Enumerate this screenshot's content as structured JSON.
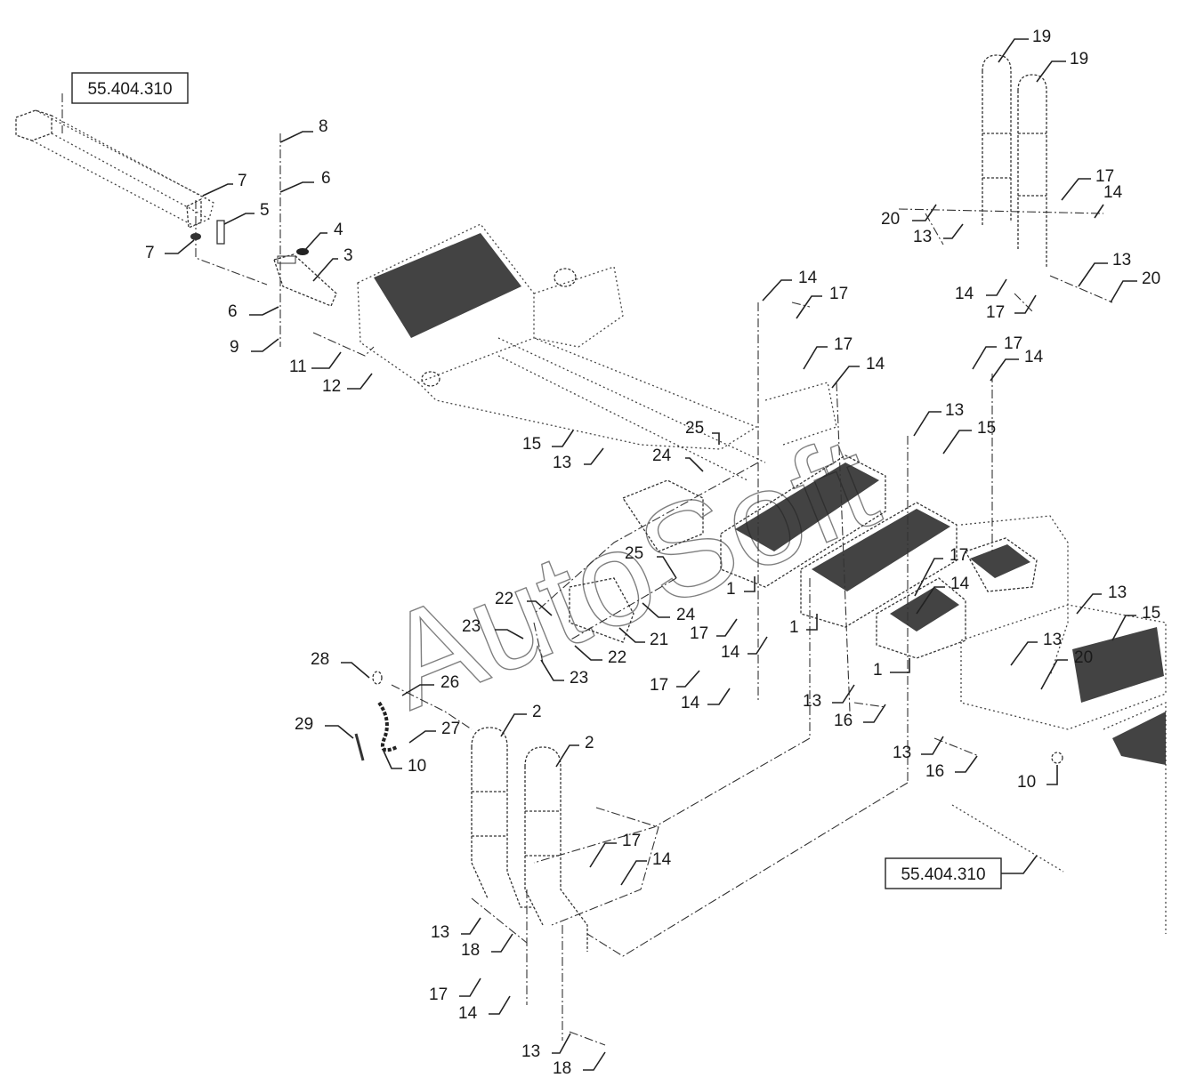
{
  "watermark": "AutoSoft",
  "reference_boxes": [
    {
      "id": "ref-top-left",
      "text": "55.404.310"
    },
    {
      "id": "ref-bottom-right",
      "text": "55.404.310"
    }
  ],
  "callouts": [
    {
      "id": "c8",
      "text": "8"
    },
    {
      "id": "c7a",
      "text": "7"
    },
    {
      "id": "c6a",
      "text": "6"
    },
    {
      "id": "c5",
      "text": "5"
    },
    {
      "id": "c4",
      "text": "4"
    },
    {
      "id": "c3",
      "text": "3"
    },
    {
      "id": "c7b",
      "text": "7"
    },
    {
      "id": "c6b",
      "text": "6"
    },
    {
      "id": "c9",
      "text": "9"
    },
    {
      "id": "c11",
      "text": "11"
    },
    {
      "id": "c12",
      "text": "12"
    },
    {
      "id": "c19a",
      "text": "19"
    },
    {
      "id": "c19b",
      "text": "19"
    },
    {
      "id": "c17a",
      "text": "17"
    },
    {
      "id": "c14a",
      "text": "14"
    },
    {
      "id": "c20a",
      "text": "20"
    },
    {
      "id": "c13a",
      "text": "13"
    },
    {
      "id": "c13b",
      "text": "13"
    },
    {
      "id": "c20b",
      "text": "20"
    },
    {
      "id": "c14b",
      "text": "14"
    },
    {
      "id": "c17b",
      "text": "17"
    },
    {
      "id": "c14c",
      "text": "14"
    },
    {
      "id": "c17c",
      "text": "17"
    },
    {
      "id": "c17d",
      "text": "17"
    },
    {
      "id": "c14d",
      "text": "14"
    },
    {
      "id": "c17e",
      "text": "17"
    },
    {
      "id": "c14e",
      "text": "14"
    },
    {
      "id": "c25a",
      "text": "25"
    },
    {
      "id": "c15a",
      "text": "15"
    },
    {
      "id": "c13c",
      "text": "13"
    },
    {
      "id": "c24a",
      "text": "24"
    },
    {
      "id": "c13d",
      "text": "13"
    },
    {
      "id": "c15b",
      "text": "15"
    },
    {
      "id": "c25b",
      "text": "25"
    },
    {
      "id": "c22a",
      "text": "22"
    },
    {
      "id": "c23a",
      "text": "23"
    },
    {
      "id": "c24b",
      "text": "24"
    },
    {
      "id": "c21",
      "text": "21"
    },
    {
      "id": "c22b",
      "text": "22"
    },
    {
      "id": "c23b",
      "text": "23"
    },
    {
      "id": "c1a",
      "text": "1"
    },
    {
      "id": "c1b",
      "text": "1"
    },
    {
      "id": "c1c",
      "text": "1"
    },
    {
      "id": "c17f",
      "text": "17"
    },
    {
      "id": "c14f",
      "text": "14"
    },
    {
      "id": "c17g",
      "text": "17"
    },
    {
      "id": "c14g",
      "text": "14"
    },
    {
      "id": "c17h",
      "text": "17"
    },
    {
      "id": "c14h",
      "text": "14"
    },
    {
      "id": "c13e",
      "text": "13"
    },
    {
      "id": "c15c",
      "text": "15"
    },
    {
      "id": "c13f",
      "text": "13"
    },
    {
      "id": "c20c",
      "text": "20"
    },
    {
      "id": "c13g",
      "text": "13"
    },
    {
      "id": "c16a",
      "text": "16"
    },
    {
      "id": "c13h",
      "text": "13"
    },
    {
      "id": "c16b",
      "text": "16"
    },
    {
      "id": "c10a",
      "text": "10"
    },
    {
      "id": "c28",
      "text": "28"
    },
    {
      "id": "c26",
      "text": "26"
    },
    {
      "id": "c29",
      "text": "29"
    },
    {
      "id": "c27",
      "text": "27"
    },
    {
      "id": "c10b",
      "text": "10"
    },
    {
      "id": "c2a",
      "text": "2"
    },
    {
      "id": "c2b",
      "text": "2"
    },
    {
      "id": "c17i",
      "text": "17"
    },
    {
      "id": "c14i",
      "text": "14"
    },
    {
      "id": "c13i",
      "text": "13"
    },
    {
      "id": "c18a",
      "text": "18"
    },
    {
      "id": "c17j",
      "text": "17"
    },
    {
      "id": "c14j",
      "text": "14"
    },
    {
      "id": "c13j",
      "text": "13"
    },
    {
      "id": "c18b",
      "text": "18"
    }
  ]
}
